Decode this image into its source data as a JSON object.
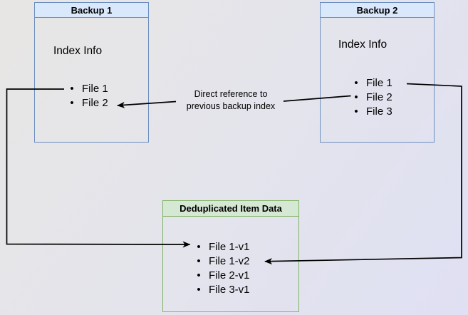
{
  "colors": {
    "blue_fill": "#dae8fc",
    "blue_stroke": "#6c8ebf",
    "green_fill": "#d5e8d4",
    "green_stroke": "#82b366",
    "line": "#000000",
    "bg_top_left": "#e8e6e4",
    "bg_bottom_right": "#dfe0f3"
  },
  "backup1": {
    "title": "Backup 1",
    "heading": "Index Info",
    "items": [
      "File 1",
      "File 2"
    ]
  },
  "backup2": {
    "title": "Backup 2",
    "heading": "Index Info",
    "items": [
      "File 1",
      "File 2",
      "File 3"
    ]
  },
  "dedup": {
    "title": "Deduplicated Item Data",
    "items": [
      "File 1-v1",
      "File 1-v2",
      "File 2-v1",
      "File 3-v1"
    ]
  },
  "annotation": {
    "line1": "Direct reference to",
    "line2": "previous backup index"
  },
  "bullet_glyph": "•"
}
